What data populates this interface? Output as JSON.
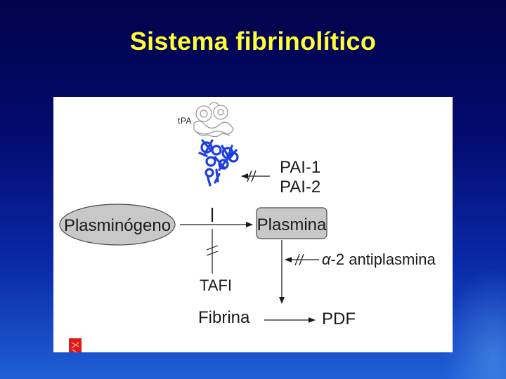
{
  "title": "Sistema fibrinolítico",
  "diagram": {
    "tpa_label": "tPA",
    "inhibitors_tpa": [
      "PAI-1",
      "PAI-2"
    ],
    "plasminogen": "Plasminógeno",
    "plasmin": "Plasmina",
    "alpha2_symbol": "α",
    "alpha2_rest": "-2 antiplasmina",
    "tafi": "TAFI",
    "fibrin": "Fibrina",
    "pdf": "PDF"
  },
  "colors": {
    "title": "#ffff33",
    "tpa_ribbon": "#1f3fe0",
    "plasminogen_fill": "#c8c8c8",
    "plasmin_fill": "#c8c8c8"
  }
}
